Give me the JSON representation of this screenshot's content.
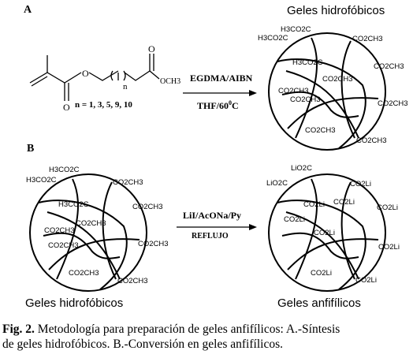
{
  "panel_a": {
    "label": "A",
    "chain_n": "n",
    "n_values": "n = 1, 3, 5, 9, 10",
    "ester_group": "OCH3",
    "ring_o": "O",
    "carbonyl_o1": "O",
    "carbonyl_o2": "O",
    "reagents": "EGDMA/AIBN",
    "conditions_prefix": "THF/60",
    "conditions_sup": "0",
    "conditions_suffix": "C",
    "product_title": "Geles hidrofóbicos",
    "gel_labels": [
      "H3CO2C",
      "H3CO2C",
      "CO2CH3",
      "CO2CH3",
      "H3CO2C",
      "CO2CH3",
      "CO2CH3",
      "CO2CH3",
      "CO2CH3",
      "CO2CH3",
      "CO2CH3"
    ]
  },
  "panel_b": {
    "label": "B",
    "reactant_labels": [
      "H3CO2C",
      "H3CO2C",
      "CO2CH3",
      "CO2CH3",
      "H3CO2C",
      "CO2CH3",
      "CO2CH3",
      "CO2CH3",
      "CO2CH3",
      "CO2CH3",
      "CO2CH3"
    ],
    "reagents": "LiI/AcONa/Py",
    "conditions": "REFLUJO",
    "product_labels": [
      "LiO2C",
      "LiO2C",
      "CO2Li",
      "CO2Li",
      "CO2Li",
      "CO2Li",
      "CO2Li",
      "CO2Li",
      "CO2Li",
      "CO2Li",
      "CO2Li"
    ],
    "reactant_caption": "Geles hidrofóbicos",
    "product_caption": "Geles anfifílicos"
  },
  "caption": {
    "fig_label": "Fig. 2.",
    "line1": " Metodología para preparación de geles anfifílicos: A.-Síntesis",
    "line2": "de geles hidrofóbicos.  B.-Conversión en geles anfifílicos."
  }
}
